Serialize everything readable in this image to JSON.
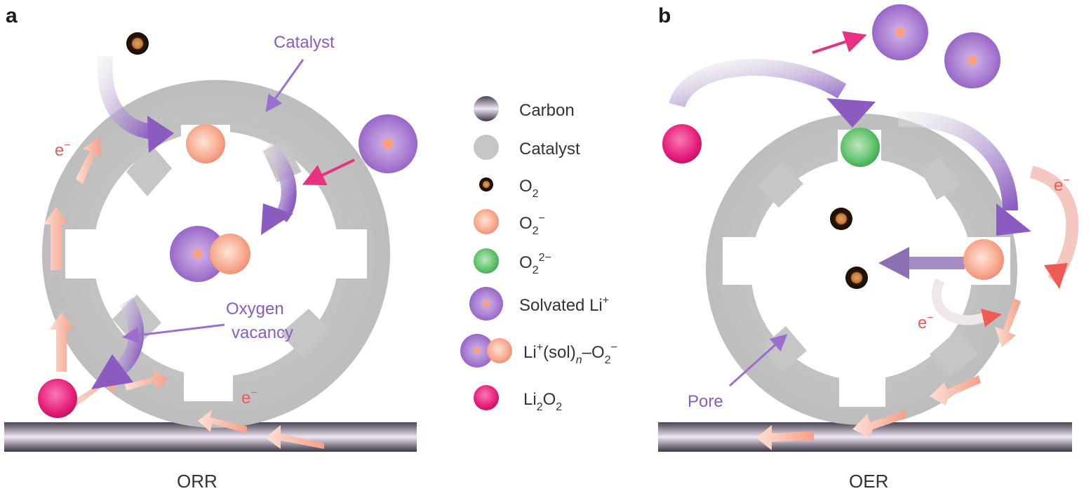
{
  "panels": {
    "a": {
      "label": "a",
      "caption": "ORR"
    },
    "b": {
      "label": "b",
      "caption": "OER"
    }
  },
  "annotations": {
    "catalyst": "Catalyst",
    "oxygen_vacancy_line1": "Oxygen",
    "oxygen_vacancy_line2": "vacancy",
    "pore": "Pore",
    "electron": "e",
    "electron_charge": "−"
  },
  "legend": {
    "carbon": "Carbon",
    "catalyst": "Catalyst",
    "o2": {
      "base": "O",
      "sub": "2"
    },
    "superoxide": {
      "base": "O",
      "sub": "2",
      "sup": "−"
    },
    "peroxide": {
      "base": "O",
      "sub": "2",
      "sup": "2−"
    },
    "solvated_li": {
      "base": "Solvated Li",
      "sup": "+"
    },
    "li_complex": {
      "a": "Li",
      "a_sup": "+",
      "b": "(sol)",
      "b_sub": "n",
      "c": "–O",
      "c_sub": "2",
      "c_sup": "−"
    },
    "li2o2": {
      "a": "Li",
      "a_sub": "2",
      "b": "O",
      "b_sub": "2"
    }
  },
  "colors": {
    "catalyst_gray": "#c6c6c6",
    "carbon_light": "#e8e0f0",
    "carbon_dark": "#4a4250",
    "superoxide": "#f6a88c",
    "peroxide": "#62c070",
    "solvated_li": "#a77ad0",
    "li2o2": "#e8237c",
    "o2_core": "#2a160a",
    "purple_text": "#8a5cc0",
    "red_text": "#ef5a55"
  }
}
